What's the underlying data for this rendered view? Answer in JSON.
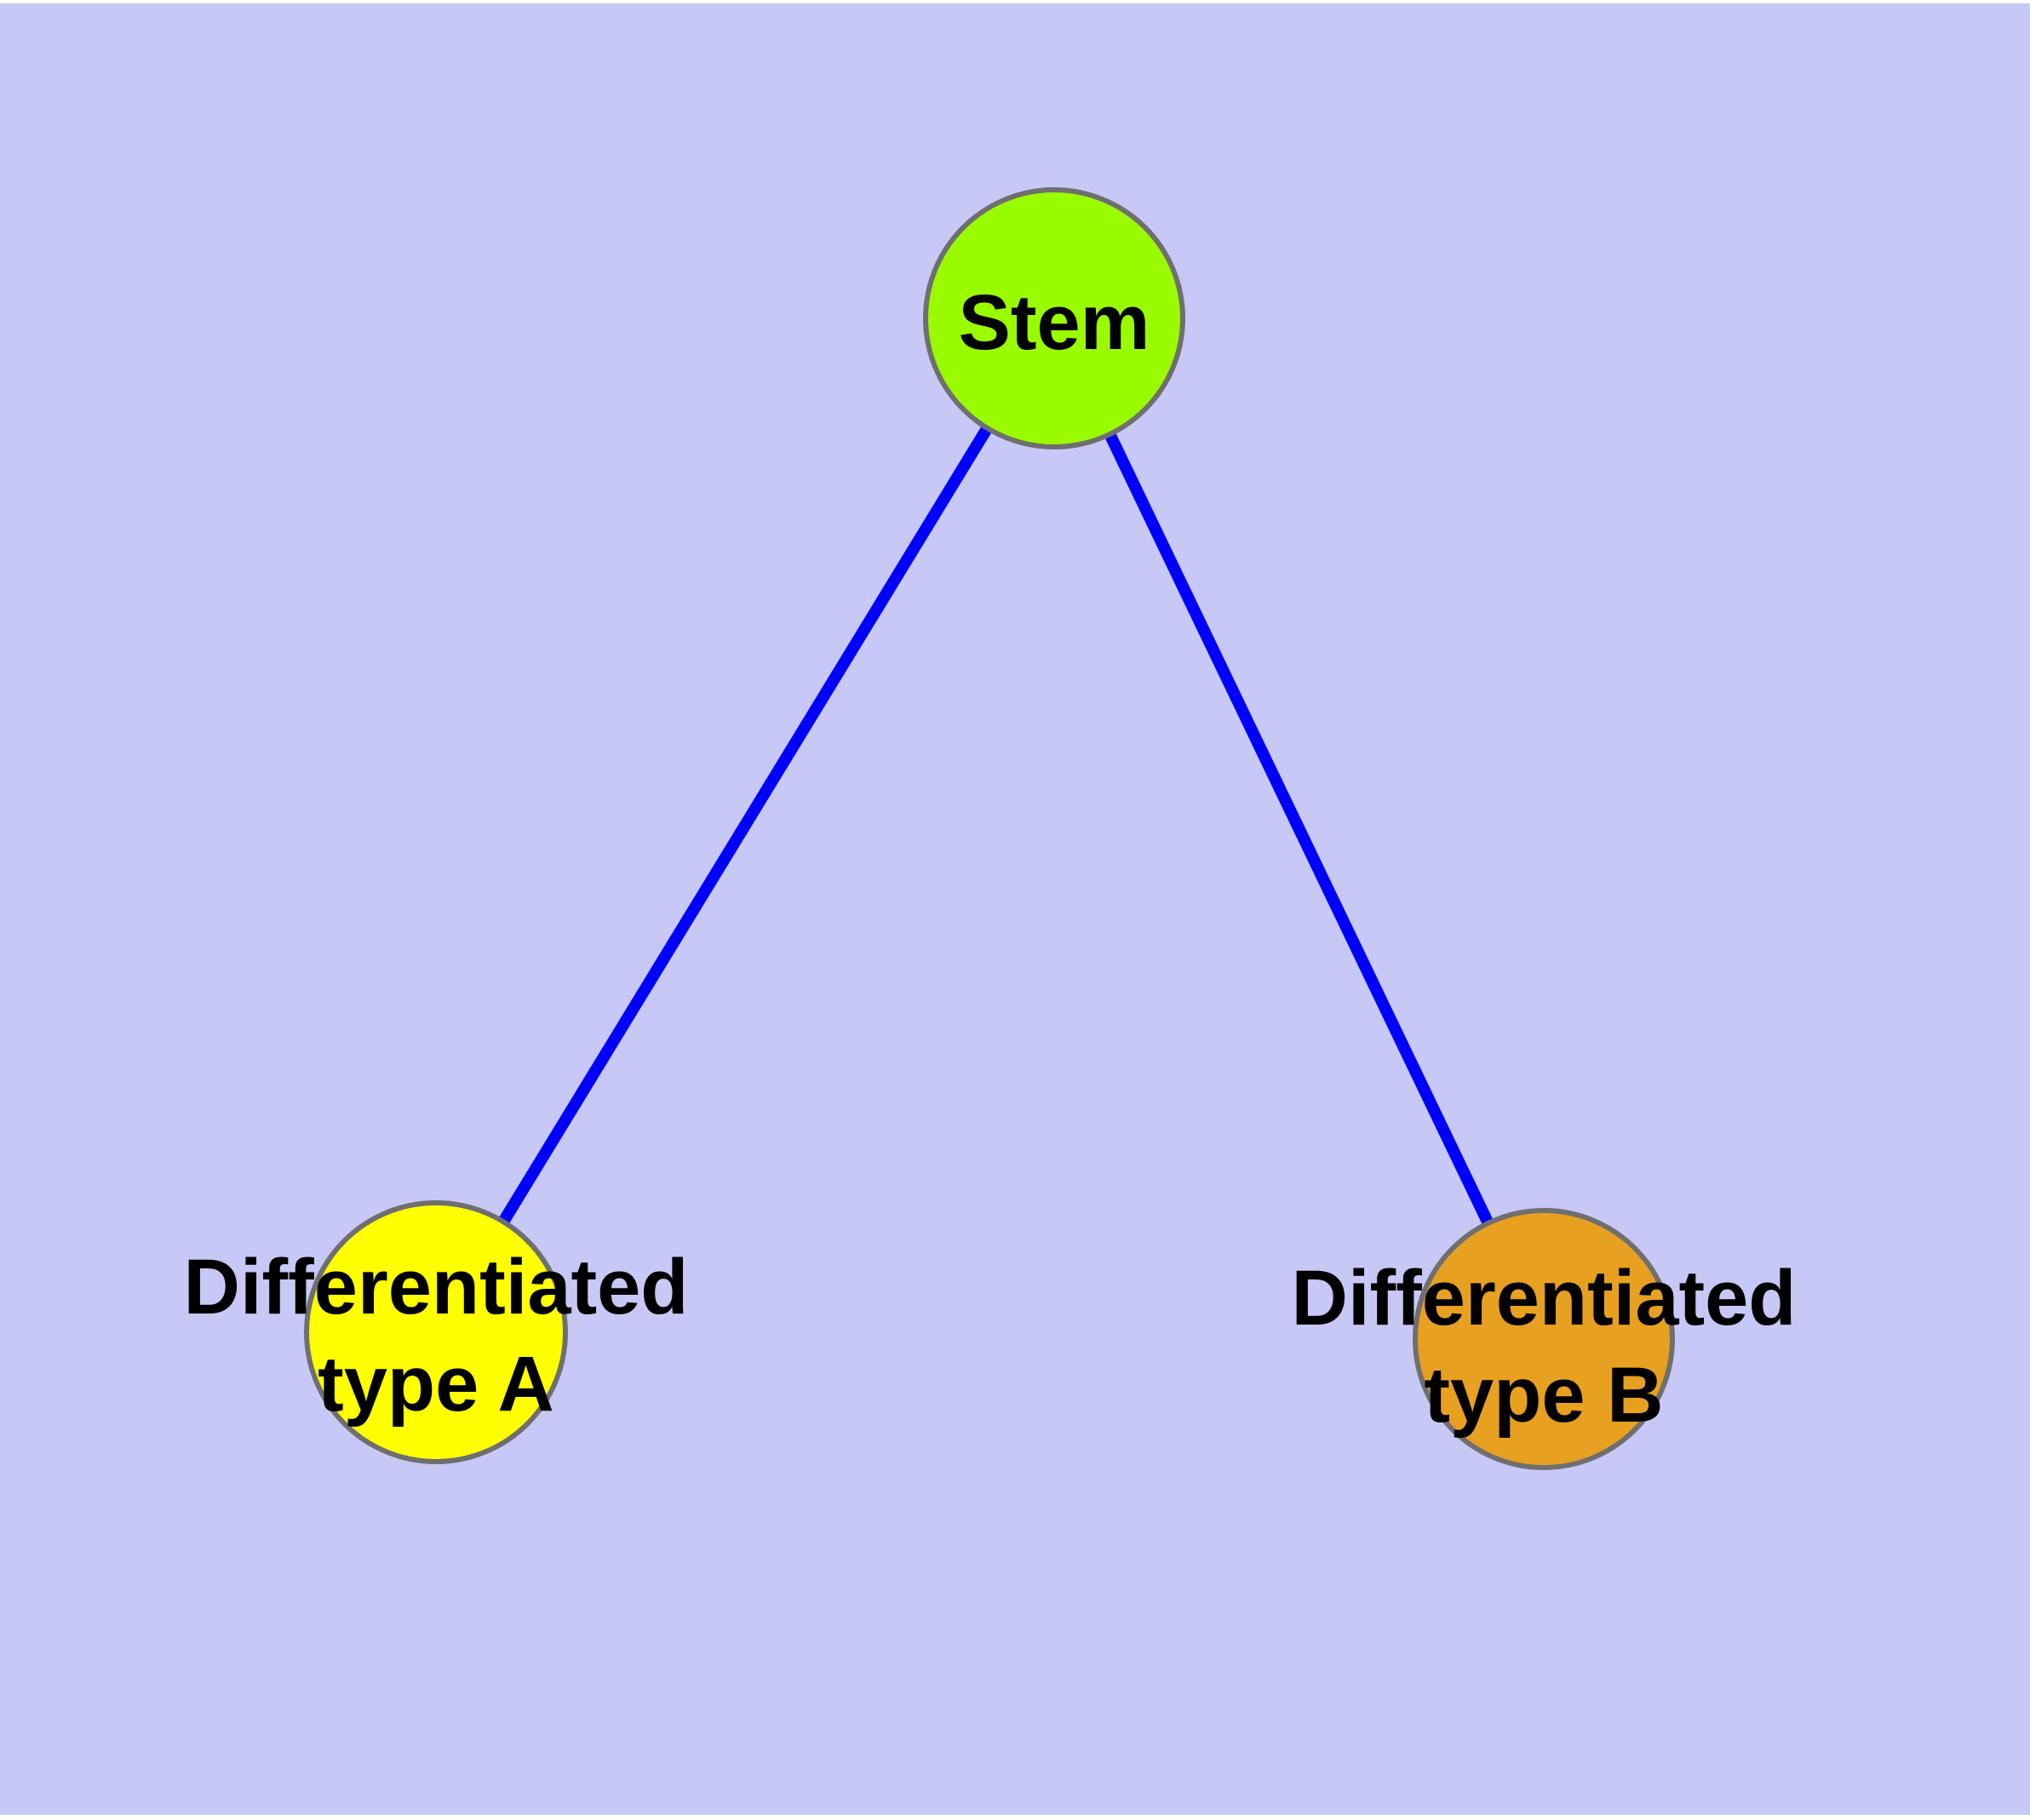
{
  "diagram": {
    "background_color": "#C8C8F6",
    "edge_color": "#0000FF",
    "node_border_color": "#6F6F6F",
    "text_color": "#000000",
    "nodes": {
      "stem": {
        "label": "Stem",
        "fill": "#9AFB00"
      },
      "type_a": {
        "label_lines": [
          "Differentiated",
          "type A"
        ],
        "fill": "#FFFF00"
      },
      "type_b": {
        "label_lines": [
          "Differentiated",
          "type B"
        ],
        "fill": "#E8A020"
      }
    },
    "edges": [
      {
        "from": "Stem",
        "to": "Differentiated type A"
      },
      {
        "from": "Stem",
        "to": "Differentiated type B"
      }
    ]
  }
}
